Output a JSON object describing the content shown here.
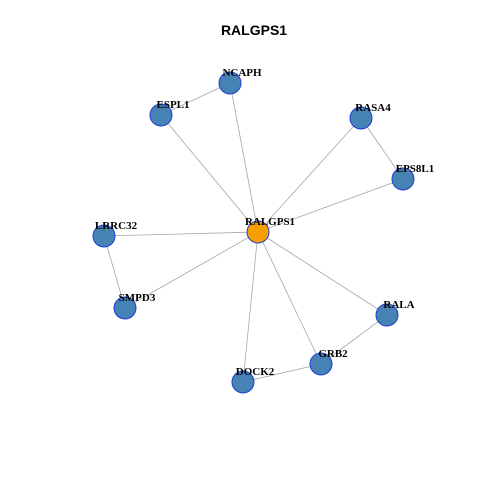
{
  "title": "RALGPS1",
  "colors": {
    "hub_fill": "#F5A000",
    "neighbor_fill": "#4682B4",
    "node_border": "#1F3FD1",
    "edge": "#A6A6A6"
  },
  "nodes": [
    {
      "id": "RALGPS1",
      "label": "RALGPS1",
      "role": "hub"
    },
    {
      "id": "NCAPH",
      "label": "NCAPH",
      "role": "neighbor"
    },
    {
      "id": "ESPL1",
      "label": "ESPL1",
      "role": "neighbor"
    },
    {
      "id": "RASA4",
      "label": "RASA4",
      "role": "neighbor"
    },
    {
      "id": "EPS8L1",
      "label": "EPS8L1",
      "role": "neighbor"
    },
    {
      "id": "LRRC32",
      "label": "LRRC32",
      "role": "neighbor"
    },
    {
      "id": "SMPD3",
      "label": "SMPD3",
      "role": "neighbor"
    },
    {
      "id": "RALA",
      "label": "RALA",
      "role": "neighbor"
    },
    {
      "id": "GRB2",
      "label": "GRB2",
      "role": "neighbor"
    },
    {
      "id": "DOCK2",
      "label": "DOCK2",
      "role": "neighbor"
    }
  ],
  "edges": [
    [
      "RALGPS1",
      "NCAPH"
    ],
    [
      "RALGPS1",
      "ESPL1"
    ],
    [
      "RALGPS1",
      "RASA4"
    ],
    [
      "RALGPS1",
      "EPS8L1"
    ],
    [
      "RALGPS1",
      "LRRC32"
    ],
    [
      "RALGPS1",
      "SMPD3"
    ],
    [
      "RALGPS1",
      "RALA"
    ],
    [
      "RALGPS1",
      "GRB2"
    ],
    [
      "RALGPS1",
      "DOCK2"
    ],
    [
      "NCAPH",
      "ESPL1"
    ],
    [
      "RASA4",
      "EPS8L1"
    ],
    [
      "LRRC32",
      "SMPD3"
    ],
    [
      "RALA",
      "GRB2"
    ],
    [
      "GRB2",
      "DOCK2"
    ]
  ]
}
